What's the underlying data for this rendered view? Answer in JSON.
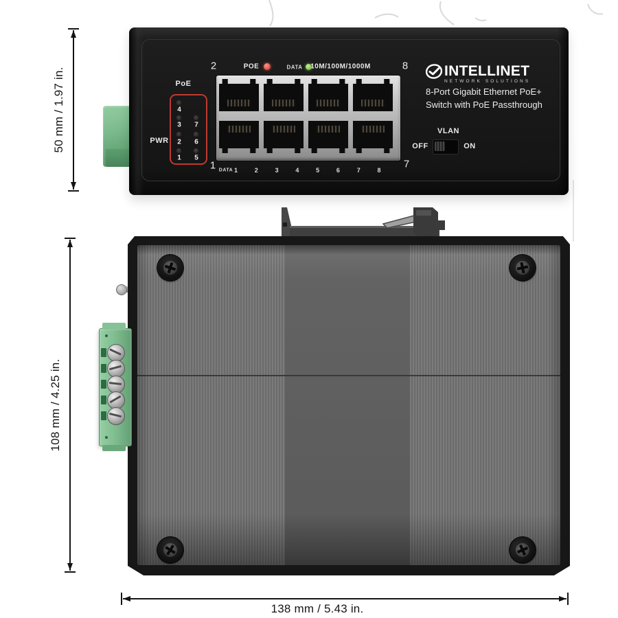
{
  "dimension_labels": {
    "front_height": "50 mm / 1.97 in.",
    "top_depth": "108 mm / 4.25 in.",
    "width": "138 mm / 5.43 in."
  },
  "front_view": {
    "corner_port_labels": {
      "top_left": "2",
      "top_right": "8",
      "bottom_left": "1",
      "bottom_right": "7"
    },
    "status_row": {
      "poe_label": "POE",
      "data_label": "DATA",
      "speed_label": "10M/100M/1000M"
    },
    "data_row": {
      "label": "DATA",
      "port_numbers": [
        "1",
        "2",
        "3",
        "4",
        "5",
        "6",
        "7",
        "8"
      ]
    },
    "led_panel": {
      "title": "PoE",
      "pwr_label": "PWR",
      "left_column": [
        "4",
        "3",
        "2",
        "1"
      ],
      "right_column": [
        "7",
        "6",
        "5"
      ]
    },
    "branding": {
      "name": "INTELLINET",
      "tagline": "NETWORK SOLUTIONS"
    },
    "product_line1": "8-Port Gigabit Ethernet PoE+",
    "product_line2": "Switch with PoE Passthrough",
    "vlan_switch": {
      "label": "VLAN",
      "off": "OFF",
      "on": "ON"
    }
  },
  "colors": {
    "device_black": "#1a1a1a",
    "led_box_outline": "#bf3a2e",
    "poe_led_red": "#e2574a",
    "data_led_green": "#84c94d",
    "terminal_green": "#7cba8c",
    "metal_silver": "#c6c6c6",
    "fin_gray": "#757575"
  }
}
